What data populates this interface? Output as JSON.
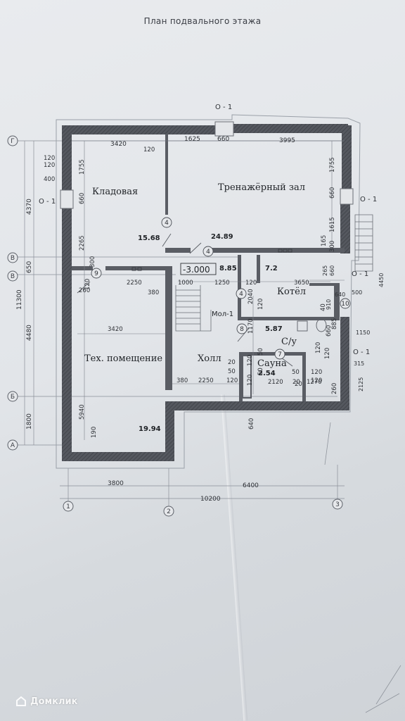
{
  "title": "План подвального этажа",
  "rooms": {
    "storage": "Кладовая",
    "gym": "Тренажёрный зал",
    "tech": "Тех. помещение",
    "hall": "Холл",
    "boiler": "Котёл",
    "wc": "С/у",
    "sauna": "Сауна"
  },
  "areas": {
    "storage": "15.68",
    "gym": "24.89",
    "tech": "19.94",
    "hall": "8.85",
    "boiler": "7.2",
    "wc": "5.87",
    "sauna": "2.54"
  },
  "level": "-3.000",
  "stair_label": "Мол-1",
  "section_marks": {
    "top": "О - 1",
    "left": "О - 1",
    "right1": "О - 1",
    "right2": "О - 1",
    "right3": "О - 1"
  },
  "axes": {
    "g": "Г",
    "v1": "В",
    "v2": "В",
    "b": "Б",
    "a": "А",
    "n1": "1",
    "n2": "2",
    "n3": "3"
  },
  "door_marks": [
    "4",
    "4",
    "4",
    "8",
    "9",
    "7",
    "10"
  ],
  "dims": {
    "top_row": [
      "3420",
      "1625",
      "660",
      "3995"
    ],
    "left_outer": [
      "4370",
      "650",
      "11300",
      "4480",
      "1800"
    ],
    "left_inner": [
      "120",
      "120",
      "400",
      "1755",
      "660",
      "2265",
      "300",
      "260",
      "5940",
      "190"
    ],
    "right_gym": [
      "1755",
      "660",
      "1615",
      "165",
      "300"
    ],
    "right_ext": [
      "4450",
      "265",
      "660",
      "910",
      "640",
      "500",
      "1150",
      "315",
      "2125"
    ],
    "bottom": [
      "3800",
      "6400",
      "10200"
    ],
    "inner": [
      "120",
      "2250",
      "380",
      "1000",
      "1250",
      "3650",
      "120",
      "3420",
      "2040",
      "120",
      "1170",
      "380",
      "2250",
      "20",
      "50",
      "120",
      "120",
      "120",
      "50",
      "2120",
      "20",
      "1270",
      "120",
      "120",
      "885",
      "40",
      "660",
      "260",
      "50",
      "20",
      "120",
      "640",
      "120",
      "120",
      "50"
    ]
  },
  "watermark": "Домклик"
}
